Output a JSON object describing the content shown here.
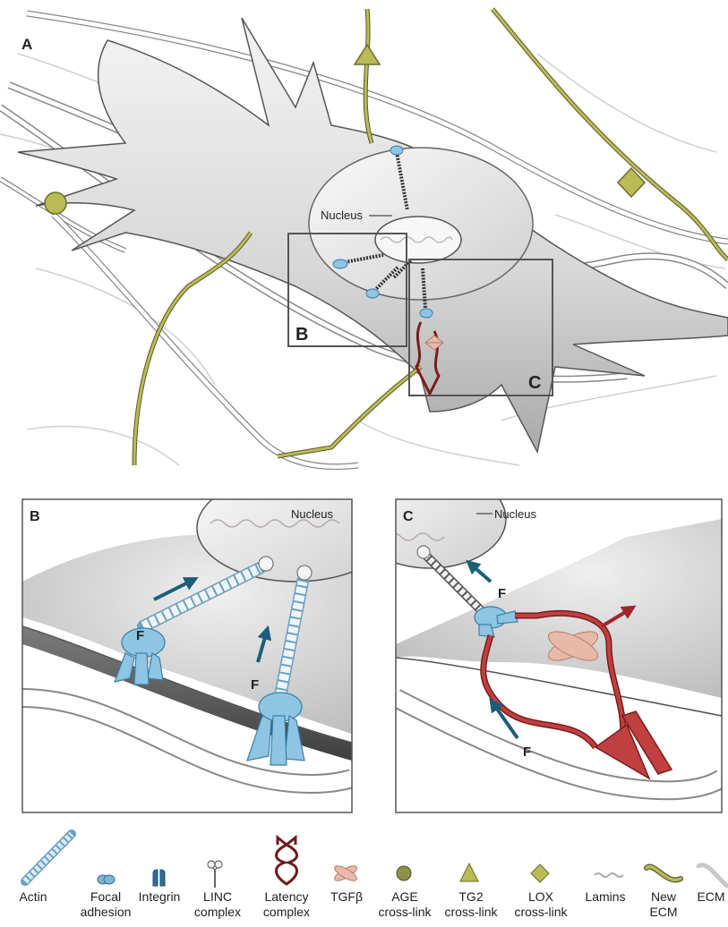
{
  "panels": {
    "a": {
      "letter": "A",
      "nucleus_label": "Nucleus",
      "inset_b": "B",
      "inset_c": "C"
    },
    "b": {
      "letter": "B",
      "nucleus_label": "Nucleus",
      "force_labels": [
        "F",
        "F"
      ]
    },
    "c": {
      "letter": "C",
      "nucleus_label": "Nucleus",
      "force_labels": [
        "F",
        "F"
      ]
    }
  },
  "legend": {
    "items": [
      {
        "label": "Actin",
        "icon": "actin-icon"
      },
      {
        "label": "Focal\nadhesion",
        "icon": "focal-adhesion-icon"
      },
      {
        "label": "Integrin",
        "icon": "integrin-icon"
      },
      {
        "label": "LINC\ncomplex",
        "icon": "linc-complex-icon"
      },
      {
        "label": "Latency\ncomplex",
        "icon": "latency-complex-icon"
      },
      {
        "label": "TGFβ",
        "icon": "tgfb-icon"
      },
      {
        "label": "AGE\ncross-link",
        "icon": "age-crosslink-icon"
      },
      {
        "label": "TG2\ncross-link",
        "icon": "tg2-crosslink-icon"
      },
      {
        "label": "LOX\ncross-link",
        "icon": "lox-crosslink-icon"
      },
      {
        "label": "Lamins",
        "icon": "lamins-icon"
      },
      {
        "label": "New\nECM",
        "icon": "new-ecm-icon"
      },
      {
        "label": "ECM",
        "icon": "ecm-icon"
      }
    ]
  },
  "colors": {
    "blue": "#8ec5e4",
    "blue_dark": "#4a97c1",
    "red": "#c0403f",
    "red_dark": "#7c1b1f",
    "tgfb": "#e8b8a8",
    "olive": "#b9bb57",
    "arrow_teal": "#1b5e7a",
    "arrow_red": "#a3242b",
    "ecm_gray": "#c8c8c8"
  }
}
